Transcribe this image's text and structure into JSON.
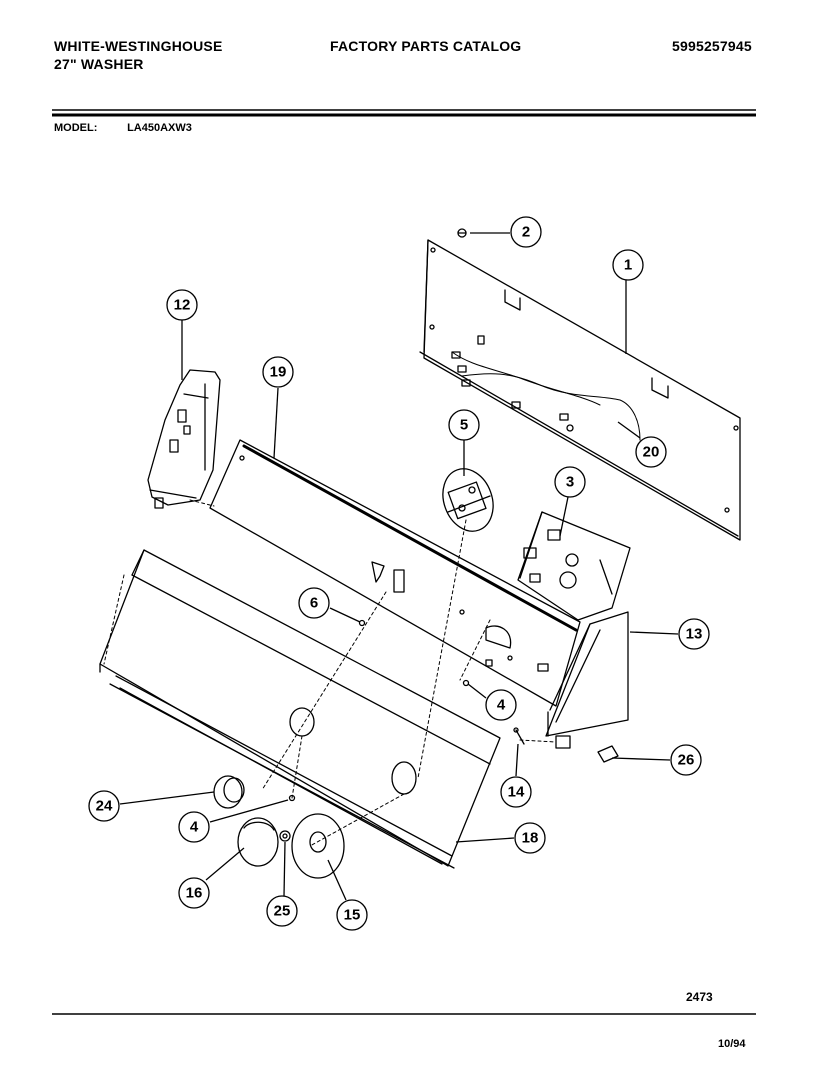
{
  "header": {
    "brand": "WHITE-WESTINGHOUSE",
    "product": "27\" WASHER",
    "catalog_title": "FACTORY PARTS CATALOG",
    "catalog_number": "5995257945"
  },
  "model": {
    "label": "MODEL:",
    "value": "LA450AXW3"
  },
  "diagram": {
    "callouts": [
      "1",
      "2",
      "3",
      "4",
      "4",
      "5",
      "6",
      "12",
      "13",
      "14",
      "15",
      "16",
      "18",
      "19",
      "20",
      "24",
      "25",
      "26"
    ]
  },
  "footer": {
    "diagram_number": "2473",
    "date": "10/94"
  }
}
